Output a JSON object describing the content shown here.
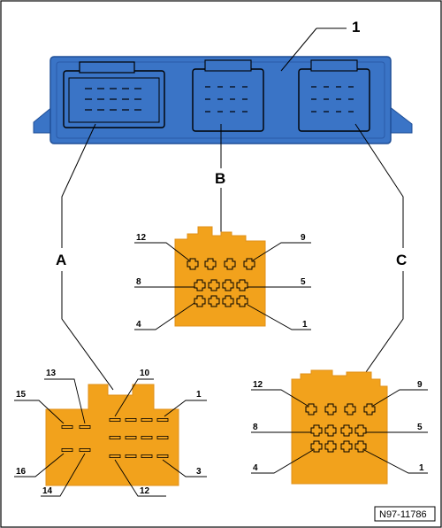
{
  "figure": {
    "component_callout": "1",
    "reference_code": "N97-11786",
    "colors": {
      "housing_blue": "#3a74c6",
      "housing_blue_dark": "#1f4f97",
      "connector_orange": "#f2a21c",
      "line": "#000000",
      "border": "#000000"
    }
  },
  "connectors": {
    "A": {
      "label": "A",
      "pin_labels": {
        "p1": "1",
        "p3": "3",
        "p10": "10",
        "p12": "12",
        "p13": "13",
        "p14": "14",
        "p15": "15",
        "p16": "16"
      }
    },
    "B": {
      "label": "B",
      "pin_labels": {
        "p1": "1",
        "p4": "4",
        "p5": "5",
        "p8": "8",
        "p9": "9",
        "p12": "12"
      }
    },
    "C": {
      "label": "C",
      "pin_labels": {
        "p1": "1",
        "p4": "4",
        "p5": "5",
        "p8": "8",
        "p9": "9",
        "p12": "12"
      }
    }
  }
}
